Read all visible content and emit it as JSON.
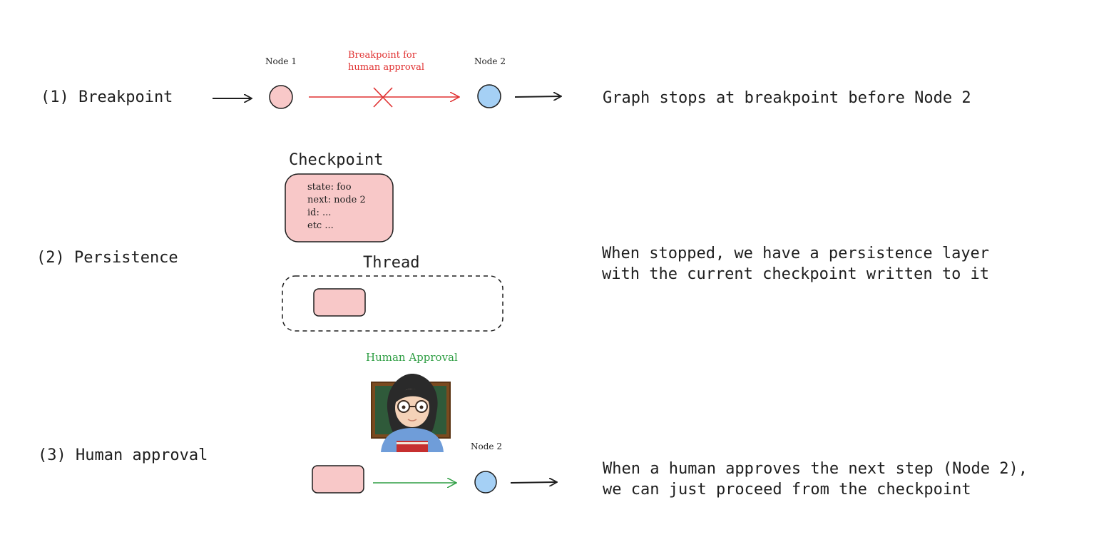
{
  "steps": [
    {
      "label": "(1) Breakpoint",
      "description": "Graph stops at breakpoint before Node 2",
      "node1_label": "Node 1",
      "node2_label": "Node 2",
      "annotation": "Breakpoint for\nhuman approval"
    },
    {
      "label": "(2) Persistence",
      "description": "When stopped, we have a persistence layer\nwith the current checkpoint written to it",
      "checkpoint_title": "Checkpoint",
      "checkpoint_lines": [
        "state: foo",
        "next: node 2",
        "id: ...",
        "etc ..."
      ],
      "thread_title": "Thread"
    },
    {
      "label": "(3) Human approval",
      "description": "When a human approves the next step (Node 2),\nwe can just proceed from the checkpoint",
      "approval_label": "Human Approval",
      "node2_label": "Node 2",
      "figure_icon": "teacher-emoji-icon"
    }
  ],
  "colors": {
    "node1_fill": "#f8c8c8",
    "node2_fill": "#a5d0f5",
    "checkpoint_fill": "#f8c8c8",
    "breakpoint_line": "#e03131",
    "approval_line": "#2f9e44",
    "stroke": "#1e1e1e"
  }
}
